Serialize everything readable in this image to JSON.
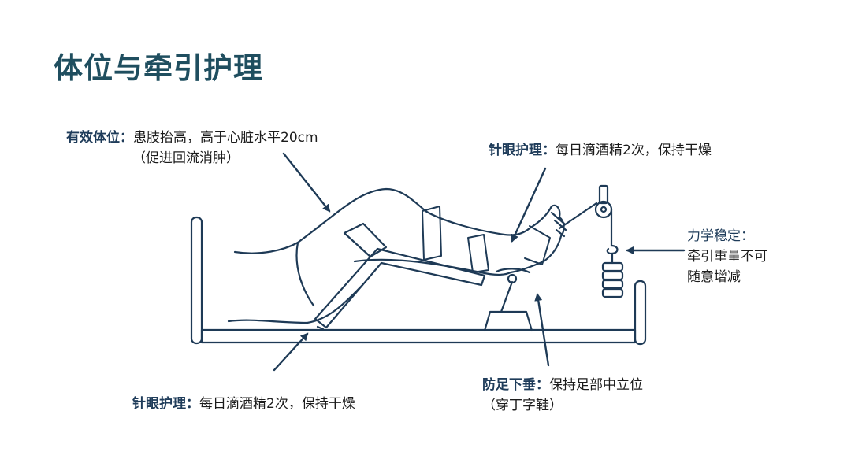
{
  "title": "体位与牵引护理",
  "colors": {
    "title": "#1f4e5f",
    "label": "#1f3c5a",
    "line": "#1e3a56"
  },
  "annotations": {
    "position": {
      "label": "有效体位",
      "sep": "：",
      "text": "患肢抬高，高于心脏水平20cm",
      "sub": "（促进回流消肿）"
    },
    "pin_top": {
      "label": "针眼护理",
      "sep": "：",
      "text": "每日滴酒精2次，保持干燥"
    },
    "mechanics": {
      "label": "力学稳定",
      "sep": "：",
      "text": "牵引重量不可",
      "sub": "随意增减"
    },
    "pin_bottom": {
      "label": "针眼护理",
      "sep": "：",
      "text": "每日滴酒精2次，保持干燥"
    },
    "footdrop": {
      "label": "防足下垂",
      "sep": "：",
      "text": "保持足部中立位",
      "sub": "（穿丁字鞋）"
    }
  }
}
